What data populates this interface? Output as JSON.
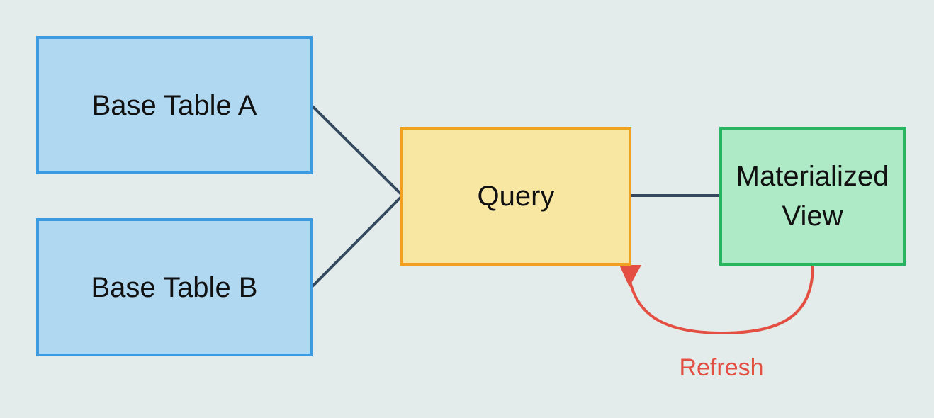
{
  "nodes": {
    "base_table_a": "Base Table A",
    "base_table_b": "Base Table B",
    "query": "Query",
    "materialized_view": "Materialized View"
  },
  "edges": {
    "refresh_label": "Refresh"
  },
  "colors": {
    "background": "#e4eceb",
    "table_fill": "#b0d8f1",
    "table_border": "#3b9ae0",
    "query_fill": "#f8e6a3",
    "query_border": "#f1a01f",
    "view_fill": "#aeeac6",
    "view_border": "#29b460",
    "connector": "#34495e",
    "refresh": "#e34f42"
  }
}
